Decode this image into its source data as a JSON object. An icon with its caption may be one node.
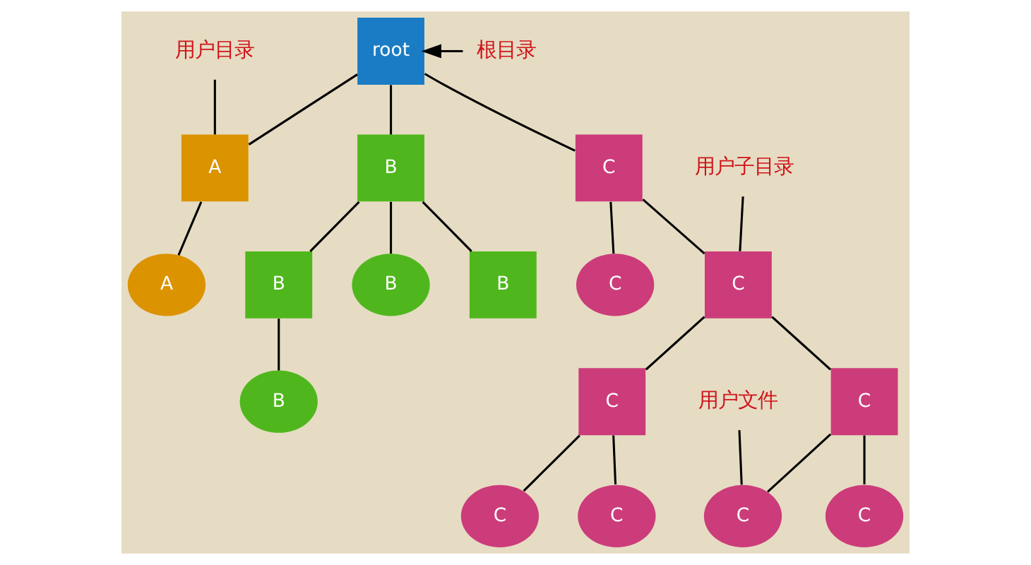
{
  "diagram": {
    "nodes": [
      {
        "text": [
          "root"
        ]
      },
      {
        "text": [
          "根目录"
        ]
      },
      {
        "text": [
          "用户目录"
        ]
      },
      {
        "text": [
          "A"
        ]
      },
      {
        "text": [
          "B"
        ]
      },
      {
        "text": [
          "C"
        ]
      },
      {
        "text": [
          "A"
        ]
      },
      {
        "text": [
          "B"
        ]
      },
      {
        "text": [
          "B"
        ]
      },
      {
        "text": [
          "B"
        ]
      },
      {
        "text": [
          "用户子目录"
        ]
      },
      {
        "text": [
          "C"
        ]
      },
      {
        "text": [
          "C"
        ]
      },
      {
        "text": [
          "B"
        ]
      },
      {
        "text": [
          "C"
        ]
      },
      {
        "text": [
          "C"
        ]
      },
      {
        "text": [
          "用户文件"
        ]
      },
      {
        "text": [
          "C"
        ]
      },
      {
        "text": [
          "C"
        ]
      },
      {
        "text": [
          "C"
        ]
      },
      {
        "text": [
          "C"
        ]
      }
    ],
    "edges": [
      {
        "from": 1,
        "to": 0,
        "arrow": "to"
      },
      {
        "from": 2,
        "to": 3,
        "arrow": "none"
      },
      {
        "from": 0,
        "to": 3,
        "arrow": "none"
      },
      {
        "from": 0,
        "to": 4,
        "arrow": "none"
      },
      {
        "from": 0,
        "to": 5,
        "arrow": "none"
      },
      {
        "from": 3,
        "to": 6,
        "arrow": "none"
      },
      {
        "from": 4,
        "to": 7,
        "arrow": "none"
      },
      {
        "from": 4,
        "to": 8,
        "arrow": "none"
      },
      {
        "from": 4,
        "to": 9,
        "arrow": "none"
      },
      {
        "from": 7,
        "to": 13,
        "arrow": "none"
      },
      {
        "from": 5,
        "to": 12,
        "arrow": "none"
      },
      {
        "from": 5,
        "to": 11,
        "arrow": "none"
      },
      {
        "from": 10,
        "to": 12,
        "arrow": "none"
      },
      {
        "from": 12,
        "to": 14,
        "arrow": "none"
      },
      {
        "from": 12,
        "to": 15,
        "arrow": "none"
      },
      {
        "from": 14,
        "to": 17,
        "arrow": "none"
      },
      {
        "from": 14,
        "to": 18,
        "arrow": "none"
      },
      {
        "from": 15,
        "to": 19,
        "arrow": "none"
      },
      {
        "from": 15,
        "to": 20,
        "arrow": "none"
      },
      {
        "from": 16,
        "to": 19,
        "arrow": "none"
      }
    ]
  }
}
